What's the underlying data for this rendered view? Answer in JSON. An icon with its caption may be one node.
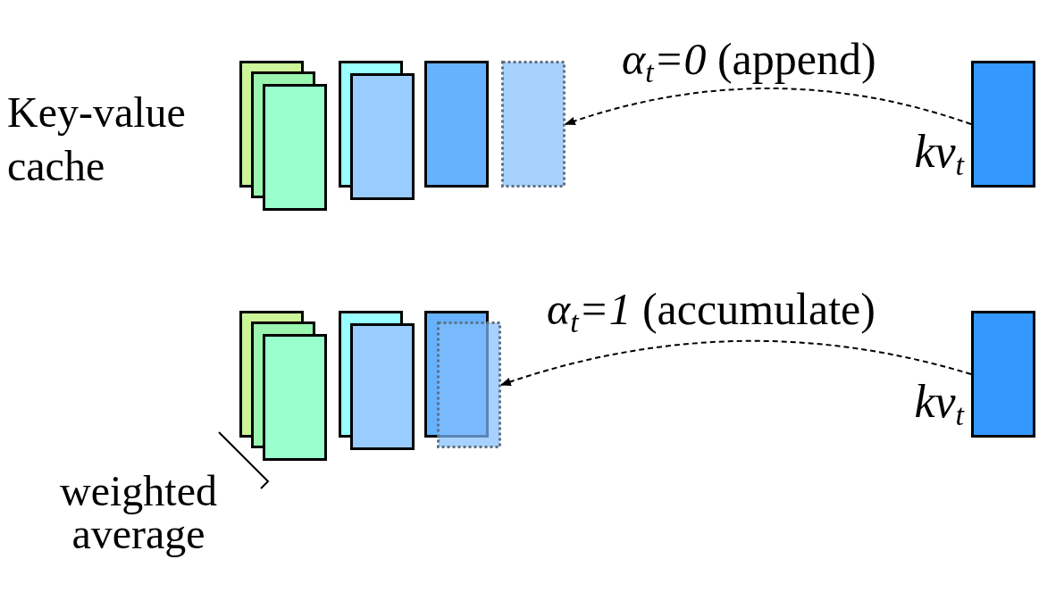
{
  "diagram": {
    "nodes": [
      {
        "text": [],
        "shape": "box"
      },
      {
        "text": [],
        "shape": "box"
      },
      {
        "text": [],
        "shape": "box"
      },
      {
        "text": [],
        "shape": "box"
      },
      {
        "text": [],
        "shape": "box",
        "beside": [
          "kv$_{t}$"
        ]
      },
      {
        "text": [],
        "shape": "box"
      },
      {
        "text": [],
        "shape": "box"
      },
      {
        "text": [],
        "shape": "box"
      },
      {
        "text": [],
        "shape": "box"
      },
      {
        "text": [],
        "shape": "box",
        "beside": [
          "kv$_{t}$"
        ]
      }
    ],
    "edges": [
      {
        "from": 4,
        "to": 3,
        "arrow": "to",
        "style": "dashed",
        "label": "*α*$_{t}$*=0* (append)"
      },
      {
        "from": 9,
        "to": 8,
        "arrow": "to",
        "style": "dashed",
        "label": "*α*$_{t}$*=1* (accumulate)"
      }
    ],
    "labels": [
      "Key-value cache",
      "weighted average"
    ]
  }
}
